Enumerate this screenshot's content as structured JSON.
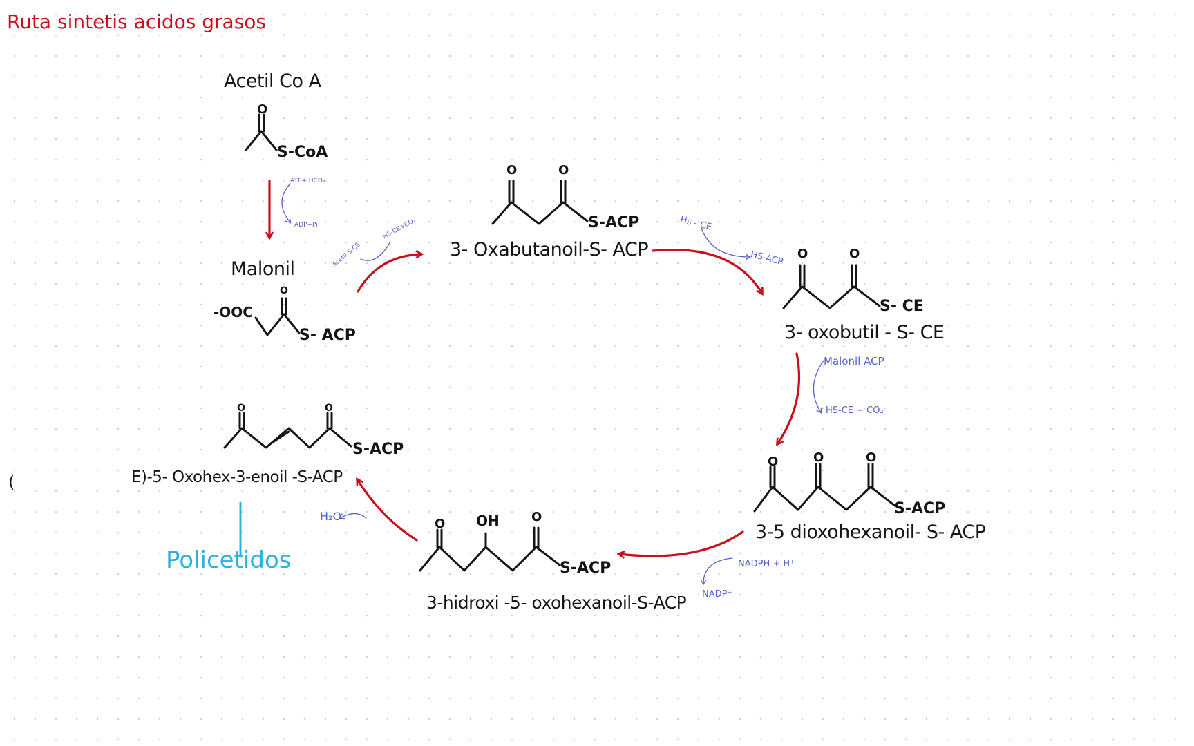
{
  "title": "Ruta sintetis acidos grasos",
  "stray_mark": "(",
  "colors": {
    "title": "#c8101c",
    "arrow": "#c8101c",
    "cofactor": "#5560c9",
    "product": "#2bb3e0",
    "ink": "#141414"
  },
  "compounds": {
    "acetil": {
      "name": "Acetil Co A",
      "group": "S-CoA",
      "oxygen": "O"
    },
    "malonil": {
      "name": "Malonil",
      "group": "S- ACP",
      "prefix": "-OOC",
      "oxygen": "O"
    },
    "oxabutanoil": {
      "name": "3- Oxabutanoil-S- ACP",
      "group": "S-ACP",
      "oxygen1": "O",
      "oxygen2": "O"
    },
    "oxobutil": {
      "name": "3- oxobutil - S- CE",
      "group": "S- CE",
      "oxygen1": "O",
      "oxygen2": "O"
    },
    "dioxohexanoil": {
      "name": "3-5 dioxohexanoil- S- ACP",
      "group": "S-ACP",
      "oxygen1": "O",
      "oxygen2": "O",
      "oxygen3": "O"
    },
    "hidroxi": {
      "name": "3-hidroxi -5- oxohexanoil-S-ACP",
      "group": "S-ACP",
      "oxygen1": "O",
      "hydroxyl": "OH",
      "oxygen2": "O"
    },
    "enoil": {
      "name": "E)-5- Oxohex-3-enoil -S-ACP",
      "group": "S-ACP",
      "oxygen1": "O",
      "oxygen2": "O"
    }
  },
  "cofactors": {
    "atp_in": "ATP+ HCO₃",
    "adp_out": "ADP+Pi",
    "acetil_sce": "Acetil-S-CE",
    "hsce_co2": "HS-CE+CO₂",
    "hsce_in": "Hs - CE",
    "hsacp_out": "HS-ACP",
    "malonil_acp": "Malonil ACP",
    "hsce_co2_out": "HS-CE + CO₂",
    "nadph": "NADPH + H⁺",
    "nadp": "NADP⁺",
    "water": "H₂O"
  },
  "product": "Policetidos"
}
